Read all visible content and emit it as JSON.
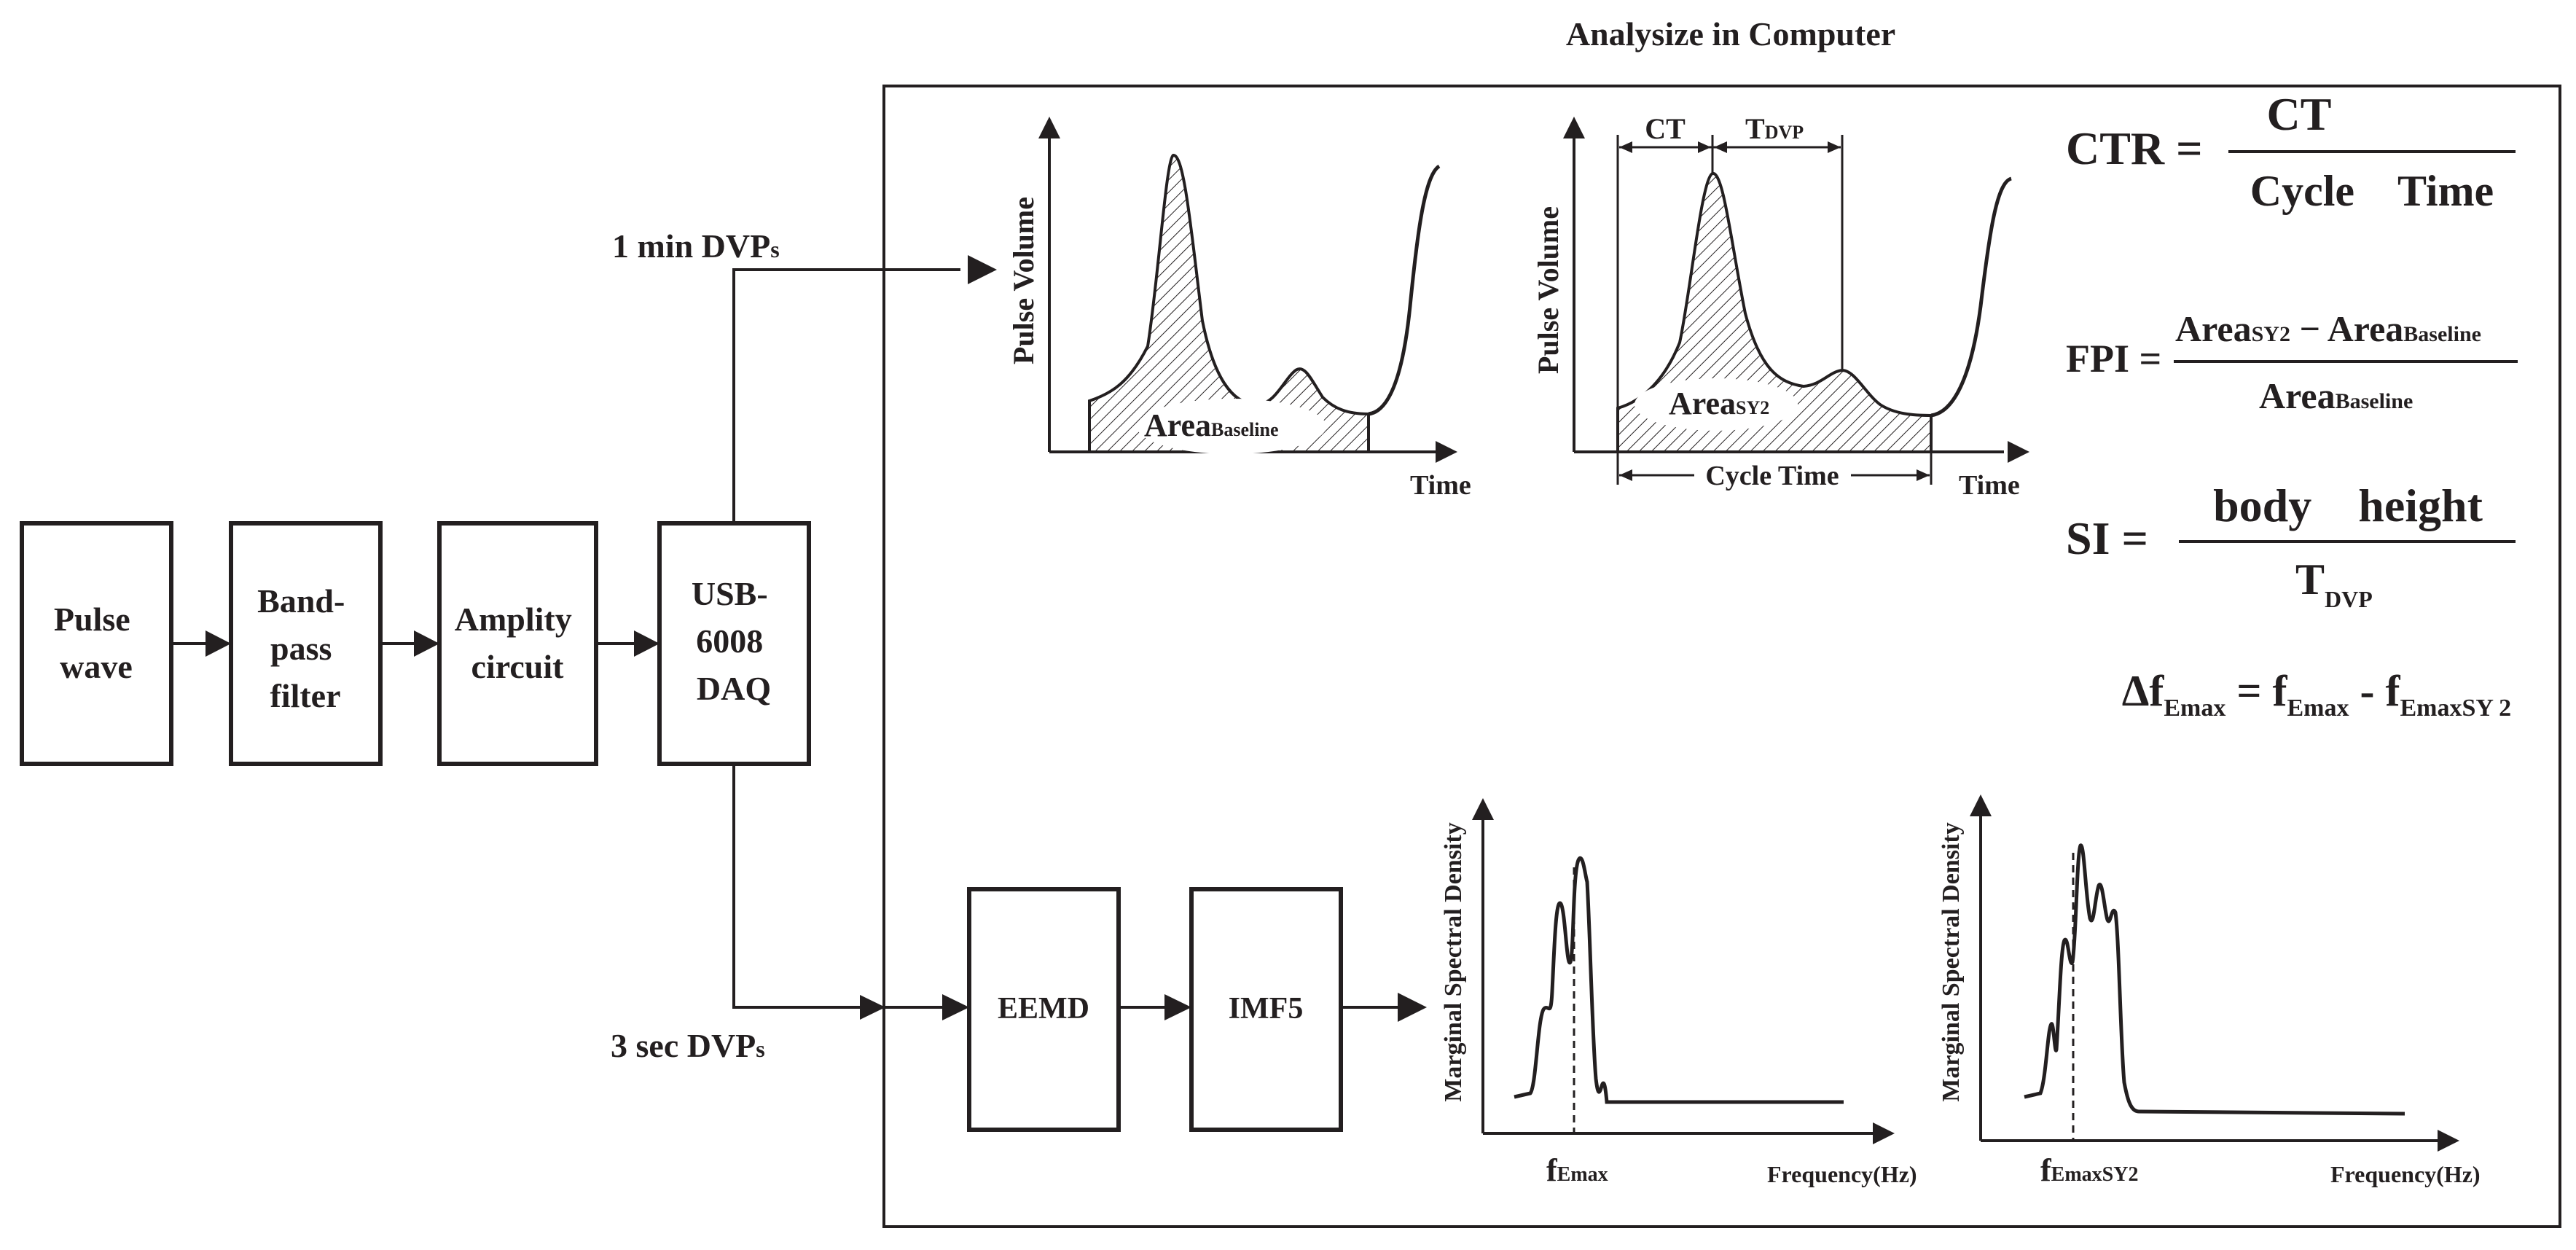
{
  "title": "Analysize in Computer",
  "blocks": {
    "pulse_wave": [
      "Pulse",
      "wave"
    ],
    "bandpass": [
      "Band-",
      "pass",
      "filter"
    ],
    "amplity": [
      "Amplity",
      "circuit"
    ],
    "daq": [
      "USB-",
      "6008",
      "DAQ"
    ],
    "eemd": "EEMD",
    "imf5": "IMF5"
  },
  "branches": {
    "top": {
      "main": "1 min DVP",
      "sub": "s"
    },
    "bottom": {
      "main": "3 sec DVP",
      "sub": "s"
    }
  },
  "plot1": {
    "ylabel": "Pulse  Volume",
    "xlabel": "Time",
    "area_main": "Area",
    "area_sub": "Baseline"
  },
  "plot2": {
    "ylabel": "Pulse  Volume",
    "xlabel": "Time",
    "ct": "CT",
    "tdvp_main": "T",
    "tdvp_sub": "DVP",
    "area_main": "Area",
    "area_sub": "SY2",
    "cycle": "Cycle  Time"
  },
  "plot3": {
    "ylabel": "Marginal  Spectral  Density",
    "xlabel": "Frequency(Hz)",
    "f_main": "f",
    "f_sub": "Emax"
  },
  "plot4": {
    "ylabel": "Marginal  Spectral  Density",
    "xlabel": "Frequency(Hz)",
    "f_main": "f",
    "f_sub": "EmaxSY2"
  },
  "formulas": {
    "ctr": {
      "lhs": "CTR =",
      "num": "CT",
      "den": "Cycle    Time"
    },
    "fpi": {
      "lhs": "FPI =",
      "num_a": "Area",
      "num_a_sub": "SY2",
      "num_op": " − ",
      "num_b": "Area",
      "num_b_sub": "Baseline",
      "den": "Area",
      "den_sub": "Baseline"
    },
    "si": {
      "lhs": "SI =",
      "num": "body    height",
      "den": "T",
      "den_sub": "DVP"
    },
    "df": {
      "d": "Δf",
      "d_sub": "Emax",
      "eq": " = f",
      "e_sub": "Emax",
      "minus": " - f",
      "m_sub": "EmaxSY 2"
    }
  }
}
